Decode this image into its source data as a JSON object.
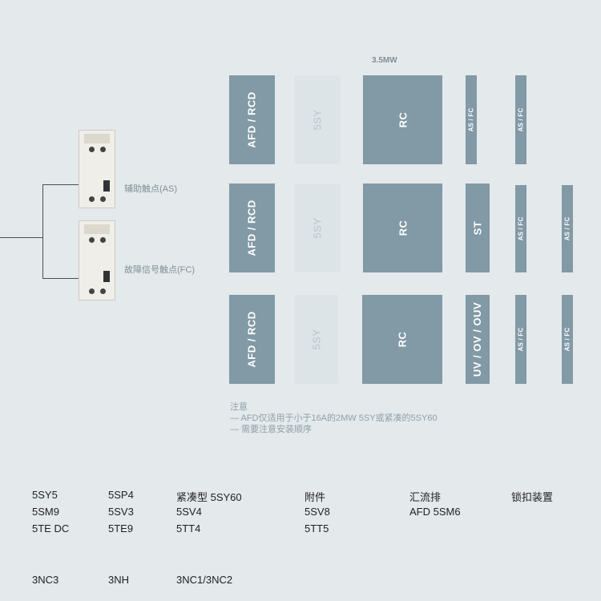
{
  "diagram": {
    "top_label": "3.5MW",
    "rows": [
      {
        "blocks": [
          "AFD / RCD",
          "5SY",
          "RC",
          "AS / FC",
          "AS / FC"
        ]
      },
      {
        "blocks": [
          "AFD / RCD",
          "5SY",
          "RC",
          "ST",
          "AS / FC",
          "AS / FC"
        ]
      },
      {
        "blocks": [
          "AFD / RCD",
          "5SY",
          "RC",
          "UV / OV / OUV",
          "AS / FC",
          "AS / FC"
        ]
      }
    ]
  },
  "devices": {
    "as_caption": "辅助触点(AS)",
    "fc_caption": "故障信号触点(FC)"
  },
  "notes": {
    "title": "注意",
    "line1": "— AFD仅适用于小于16A的2MW 5SY或紧凑的5SY60",
    "line2": "— 需要注意安装顺序"
  },
  "products": {
    "columns": [
      [
        "5SY5",
        "5SM9",
        "5TE DC"
      ],
      [
        "5SP4",
        "5SV3",
        "5TE9"
      ],
      [
        "紧凑型 5SY60",
        "5SV4",
        "5TT4"
      ],
      [
        "附件",
        "5SV8",
        "5TT5"
      ],
      [
        "汇流排",
        "AFD 5SM6"
      ],
      [
        "锁扣装置"
      ]
    ],
    "bottom": [
      "3NC3",
      "3NH",
      "3NC1/3NC2"
    ]
  },
  "colors": {
    "background": "#e4e9eb",
    "block_dark": "#8299a6",
    "block_light": "#dde4e8",
    "caption": "#7f9098"
  }
}
